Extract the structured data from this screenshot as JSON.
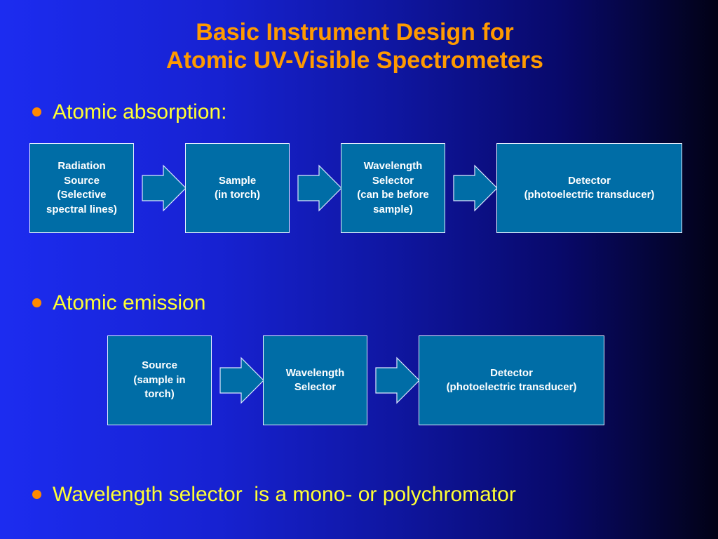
{
  "title": {
    "line1": "Basic Instrument Design for",
    "line2": "Atomic UV-Visible Spectrometers"
  },
  "bullets": {
    "absorption": "Atomic absorption:",
    "emission": "Atomic emission",
    "selector_note": "Wavelength selector  is a mono- or polychromator"
  },
  "absorption_flow": {
    "source": [
      "Radiation",
      "Source",
      "(Selective",
      "spectral lines)"
    ],
    "sample": [
      "Sample",
      "(in torch)"
    ],
    "selector": [
      "Wavelength",
      "Selector",
      "(can be before",
      "sample)"
    ],
    "detector": [
      "Detector",
      "(photoelectric transducer)"
    ]
  },
  "emission_flow": {
    "source": [
      "Source",
      "(sample in",
      "torch)"
    ],
    "selector": [
      "Wavelength",
      "Selector"
    ],
    "detector": [
      "Detector",
      "(photoelectric transducer)"
    ]
  },
  "colors": {
    "title": "#ff9a00",
    "bullet_text": "#ffff33",
    "bullet_dot": "#ff8a00",
    "box_fill": "#006da6",
    "box_text": "#ffffff"
  }
}
